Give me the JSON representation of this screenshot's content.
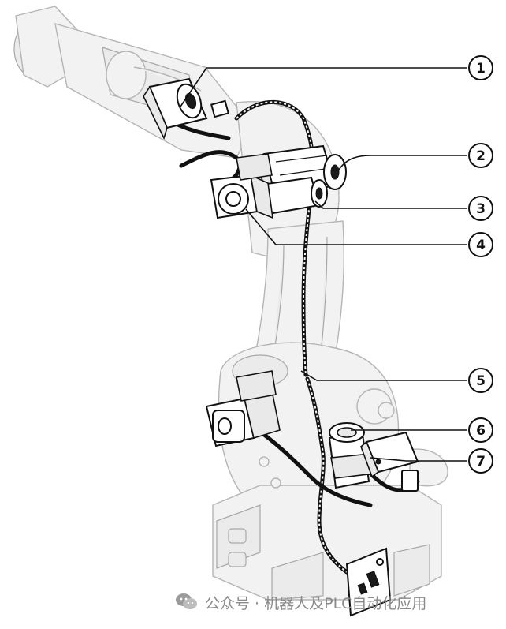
{
  "callouts": [
    {
      "id": 1,
      "label": "1"
    },
    {
      "id": 2,
      "label": "2"
    },
    {
      "id": 3,
      "label": "3"
    },
    {
      "id": 4,
      "label": "4"
    },
    {
      "id": 5,
      "label": "5"
    },
    {
      "id": 6,
      "label": "6"
    },
    {
      "id": 7,
      "label": "7"
    }
  ],
  "watermark": {
    "icon": "wechat-icon",
    "text": "公众号 · 机器人及PLC自动化应用"
  }
}
